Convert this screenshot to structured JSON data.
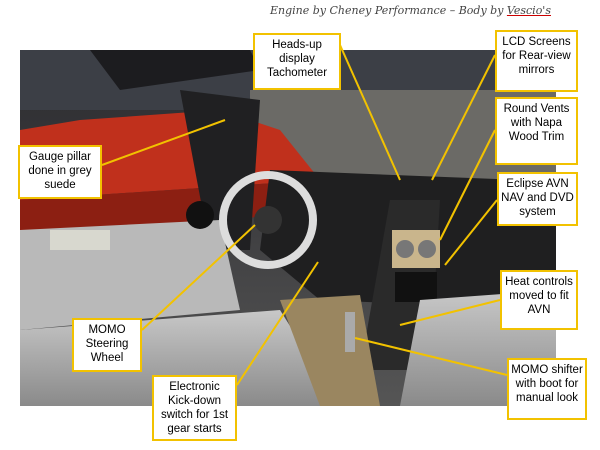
{
  "caption": {
    "prefix": "Engine by Cheney Performance – Body by ",
    "body_builder": "Vescio's"
  },
  "callouts": {
    "hud": "Heads-up display Tachometer",
    "lcd": "LCD Screens for Rear-view mirrors",
    "vents": "Round Vents with Napa Wood Trim",
    "avn": "Eclipse AVN NAV and DVD system",
    "pillar": "Gauge pillar done in grey suede",
    "heat": "Heat controls moved to fit AVN",
    "steering": "MOMO Steering Wheel",
    "kickdown": "Electronic Kick-down switch for 1st gear starts",
    "shifter": "MOMO shifter with boot for manual look"
  },
  "colors": {
    "callout_border": "#f2c200"
  }
}
